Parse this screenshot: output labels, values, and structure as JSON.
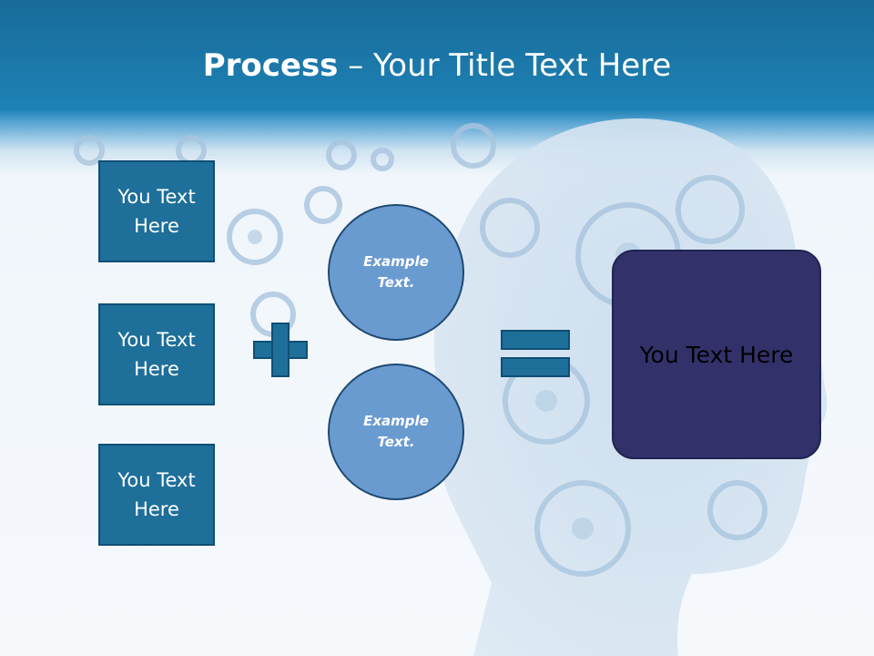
{
  "slide": {
    "title_bold": "Process",
    "title_rest": " – Your Title Text Here",
    "boxes": [
      {
        "label": "You Text Here"
      },
      {
        "label": "You Text Here"
      },
      {
        "label": "You Text Here"
      }
    ],
    "circles": [
      {
        "label": "Example Text."
      },
      {
        "label": "Example Text."
      }
    ],
    "result_label": "You Text Here"
  },
  "colors": {
    "header_blue": "#1e81b5",
    "box_blue": "#1e6f9a",
    "circle_blue": "#6a9bd0",
    "result_navy": "#33316a"
  },
  "icons": {
    "background": "gears-head-silhouette",
    "operator_1": "plus-icon",
    "operator_2": "equals-icon"
  }
}
